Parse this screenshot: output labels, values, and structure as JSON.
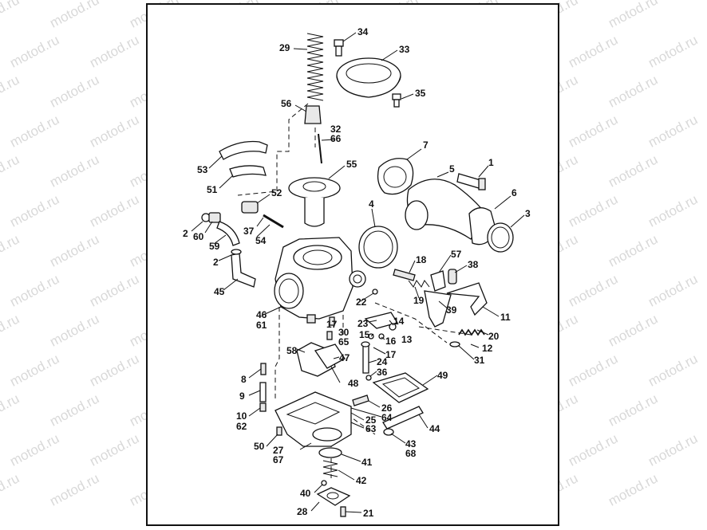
{
  "watermark": {
    "text": "motod.ru",
    "color": "#d9d9d9"
  },
  "frame": {
    "border_color": "#111111"
  },
  "labels": [
    {
      "id": "34",
      "text": "34"
    },
    {
      "id": "29",
      "text": "29"
    },
    {
      "id": "33",
      "text": "33"
    },
    {
      "id": "35",
      "text": "35"
    },
    {
      "id": "56",
      "text": "56"
    },
    {
      "id": "32",
      "text": "32"
    },
    {
      "id": "66",
      "text": "66"
    },
    {
      "id": "7",
      "text": "7"
    },
    {
      "id": "1",
      "text": "1"
    },
    {
      "id": "5",
      "text": "5"
    },
    {
      "id": "53",
      "text": "53"
    },
    {
      "id": "55",
      "text": "55"
    },
    {
      "id": "51",
      "text": "51"
    },
    {
      "id": "6",
      "text": "6"
    },
    {
      "id": "52",
      "text": "52"
    },
    {
      "id": "4",
      "text": "4"
    },
    {
      "id": "3",
      "text": "3"
    },
    {
      "id": "2a",
      "text": "2"
    },
    {
      "id": "60",
      "text": "60"
    },
    {
      "id": "37",
      "text": "37"
    },
    {
      "id": "59",
      "text": "59"
    },
    {
      "id": "54",
      "text": "54"
    },
    {
      "id": "57",
      "text": "57"
    },
    {
      "id": "18",
      "text": "18"
    },
    {
      "id": "38",
      "text": "38"
    },
    {
      "id": "2b",
      "text": "2"
    },
    {
      "id": "45",
      "text": "45"
    },
    {
      "id": "22",
      "text": "22"
    },
    {
      "id": "19",
      "text": "19"
    },
    {
      "id": "46",
      "text": "46"
    },
    {
      "id": "61",
      "text": "61"
    },
    {
      "id": "39",
      "text": "39"
    },
    {
      "id": "11",
      "text": "11"
    },
    {
      "id": "17a",
      "text": "17"
    },
    {
      "id": "23",
      "text": "23"
    },
    {
      "id": "14",
      "text": "14"
    },
    {
      "id": "30",
      "text": "30"
    },
    {
      "id": "15",
      "text": "15"
    },
    {
      "id": "20",
      "text": "20"
    },
    {
      "id": "65",
      "text": "65"
    },
    {
      "id": "16",
      "text": "16"
    },
    {
      "id": "13",
      "text": "13"
    },
    {
      "id": "12",
      "text": "12"
    },
    {
      "id": "58",
      "text": "58"
    },
    {
      "id": "17b",
      "text": "17"
    },
    {
      "id": "47",
      "text": "47"
    },
    {
      "id": "24",
      "text": "24"
    },
    {
      "id": "31",
      "text": "31"
    },
    {
      "id": "8",
      "text": "8"
    },
    {
      "id": "36",
      "text": "36"
    },
    {
      "id": "49",
      "text": "49"
    },
    {
      "id": "48",
      "text": "48"
    },
    {
      "id": "9",
      "text": "9"
    },
    {
      "id": "26",
      "text": "26"
    },
    {
      "id": "10",
      "text": "10"
    },
    {
      "id": "64",
      "text": "64"
    },
    {
      "id": "25",
      "text": "25"
    },
    {
      "id": "62",
      "text": "62"
    },
    {
      "id": "63",
      "text": "63"
    },
    {
      "id": "44",
      "text": "44"
    },
    {
      "id": "50",
      "text": "50"
    },
    {
      "id": "43",
      "text": "43"
    },
    {
      "id": "27",
      "text": "27"
    },
    {
      "id": "68",
      "text": "68"
    },
    {
      "id": "67",
      "text": "67"
    },
    {
      "id": "41",
      "text": "41"
    },
    {
      "id": "42",
      "text": "42"
    },
    {
      "id": "40",
      "text": "40"
    },
    {
      "id": "28",
      "text": "28"
    },
    {
      "id": "21",
      "text": "21"
    }
  ]
}
